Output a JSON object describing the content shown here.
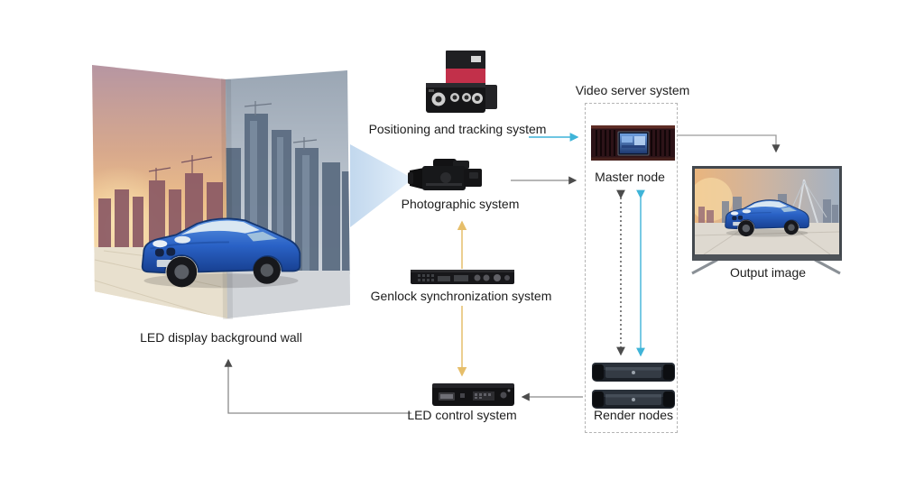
{
  "diagram": {
    "labels": {
      "led_wall": "LED display background wall",
      "positioning": "Positioning and tracking system",
      "photographic": "Photographic system",
      "genlock": "Genlock synchronization system",
      "led_control": "LED control system",
      "video_server": "Video server system",
      "master_node": "Master node",
      "render_nodes": "Render nodes",
      "output_image": "Output image"
    },
    "colors": {
      "background": "#ffffff",
      "label_text": "#1d1d1d",
      "cyan_arrow": "#3fb4d8",
      "yellow_arrow": "#e6be6a",
      "gray_arrow": "#8a8a8a",
      "dark_arrow": "#4c4c4c",
      "dashed_box_border": "#b5b5b5",
      "car_blue": "#2a62c6",
      "tracker_red": "#c2304a"
    },
    "connections": [
      {
        "from": "Positioning and tracking system",
        "to": "Master node",
        "color": "cyan",
        "style": "solid"
      },
      {
        "from": "Photographic system",
        "to": "Master node",
        "color": "gray",
        "style": "solid"
      },
      {
        "from": "Master node",
        "to": "Output image",
        "color": "gray",
        "style": "solid"
      },
      {
        "from": "Master node",
        "to": "Render nodes",
        "color": "dark-gray",
        "style": "dotted",
        "bidirectional": true
      },
      {
        "from": "Master node",
        "to": "Render nodes",
        "color": "cyan",
        "style": "solid",
        "bidirectional": true
      },
      {
        "from": "Render nodes",
        "to": "LED control system",
        "color": "gray",
        "style": "solid"
      },
      {
        "from": "LED control system",
        "to": "LED display background wall",
        "color": "gray",
        "style": "solid"
      },
      {
        "from": "Genlock synchronization system",
        "to": "Photographic system",
        "color": "yellow",
        "style": "solid"
      },
      {
        "from": "Genlock synchronization system",
        "to": "LED control system",
        "color": "yellow",
        "style": "solid"
      }
    ]
  }
}
